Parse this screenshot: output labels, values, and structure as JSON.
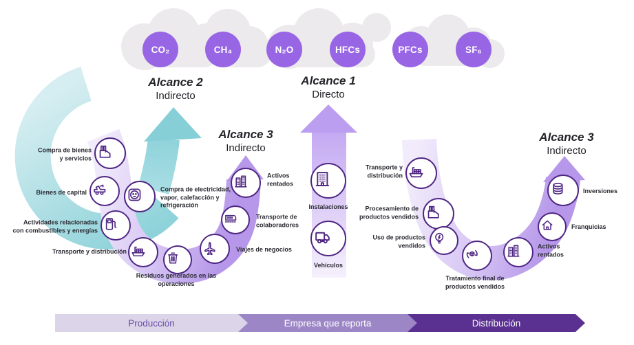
{
  "gases": [
    "CO₂",
    "CH₄",
    "N₂O",
    "HFCs",
    "PFCs",
    "SF₆"
  ],
  "scope_labels": {
    "alcance2": {
      "title": "Alcance 2",
      "subtitle": "Indirecto"
    },
    "alcance3_left": {
      "title": "Alcance 3",
      "subtitle": "Indirecto"
    },
    "alcance1": {
      "title": "Alcance 1",
      "subtitle": "Directo"
    },
    "alcance3_right": {
      "title": "Alcance 3",
      "subtitle": "Indirecto"
    }
  },
  "scope3_left_items": [
    {
      "label": "Compra de bienes\ny servicios",
      "icon": "factory-icon"
    },
    {
      "label": "Bienes de capital",
      "icon": "tow-truck-icon"
    },
    {
      "label": "Compra de electricidad,\nvapor, calefacción y\nrefrigeración",
      "icon": "power-socket-icon"
    },
    {
      "label": "Actividades relacionadas\ncon combustibles y energías",
      "icon": "fuel-pump-icon"
    },
    {
      "label": "Transporte y distribución",
      "icon": "cargo-ship-icon"
    },
    {
      "label": "Residuos generados en las\noperaciones",
      "icon": "trash-icon"
    },
    {
      "label": "Viajes de negocios",
      "icon": "airplane-icon"
    },
    {
      "label": "Transporte de\ncolaboradores",
      "icon": "train-icon"
    },
    {
      "label": "Activos\nrentados",
      "icon": "buildings-icon"
    }
  ],
  "scope1_items": [
    {
      "label": "Instalaciones",
      "icon": "office-building-icon"
    },
    {
      "label": "Vehículos",
      "icon": "delivery-truck-icon"
    }
  ],
  "scope3_right_items": [
    {
      "label": "Transporte y\ndistribución",
      "icon": "cargo-ship-icon"
    },
    {
      "label": "Procesamiento de\nproductos vendidos",
      "icon": "factory-icon"
    },
    {
      "label": "Uso de productos\nvendidos",
      "icon": "lightbulb-icon"
    },
    {
      "label": "Tratamiento final de\nproductos vendidos",
      "icon": "recycle-package-icon"
    },
    {
      "label": "Activos\nrentados",
      "icon": "buildings-icon"
    },
    {
      "label": "Franquicias",
      "icon": "house-icon"
    },
    {
      "label": "Inversiones",
      "icon": "coins-icon"
    }
  ],
  "bottom_bar": [
    {
      "label": "Producción"
    },
    {
      "label": "Empresa que reporta"
    },
    {
      "label": "Distribución"
    }
  ],
  "colors": {
    "gas_circle": "#9865E4",
    "cloud": "#ECEAEC",
    "teal_arrow": "#87CFD7",
    "purple_band": "#B697E9",
    "icon_stroke": "#4F2683",
    "bar_light": "#DCD5E9",
    "bar_medium": "#9C86C6",
    "bar_dark": "#5A3191",
    "text": "#2B2B33"
  }
}
